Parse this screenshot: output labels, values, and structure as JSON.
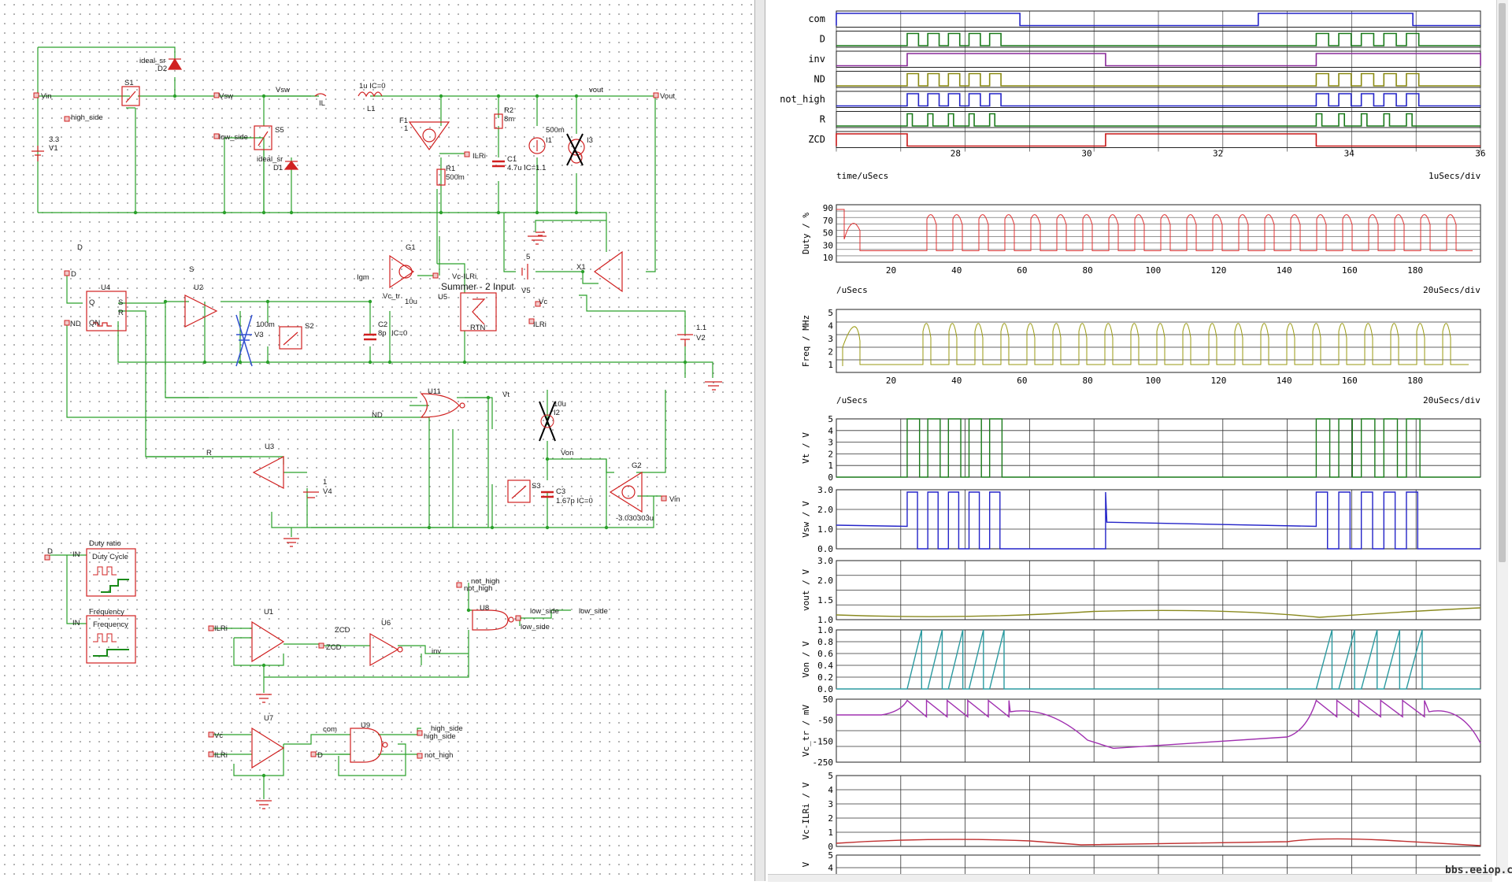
{
  "schematic": {
    "labels": {
      "vin": "Vin",
      "vsw": "Vsw",
      "vsw_probe": "Vsw",
      "vout_probe": "vout",
      "vout": "Vout",
      "high_side": "high_side",
      "low_side": "low_side",
      "ideal_sr1": "ideal_sr",
      "ideal_sr2": "ideal_sr",
      "d1": "D1",
      "d2": "D2",
      "s1": "S1",
      "s2": "S2",
      "s3": "S3",
      "s5": "S5",
      "v1_val": "3.3",
      "v1": "V1",
      "il": "IL",
      "l1_val": "1u IC=0",
      "l1": "L1",
      "f1": "F1",
      "f1_val": "1",
      "r2": "R2",
      "r2_val": "8m",
      "r1": "R1",
      "r1_val": "500m",
      "ilri": "ILRi",
      "c1": "C1",
      "c1_val": "4.7u IC=1.1",
      "i1": "I1",
      "i1_val": "500m",
      "i3": "I3",
      "d_probe": "D",
      "d_port": "D",
      "s_probe": "S",
      "u2": "U2",
      "u4": "U4",
      "q": "Q",
      "qn": "QN",
      "s_pin": "S",
      "r_pin": "R",
      "nd_port": "ND",
      "v3": "V3",
      "v3_val": "100m",
      "g1": "G1",
      "igm": "Igm",
      "vc_tr": "Vc_tr",
      "vc_tr_val": "10u",
      "c2": "C2",
      "c2_val": "8p",
      "c2_ic": "IC=0",
      "vc_ilri": "Vc-ILRi",
      "summer": "Summer - 2 Input",
      "u5": "U5",
      "v5": "V5",
      "v5_val": "5",
      "vc": "Vc",
      "x1": "X1",
      "rtn": "RTN",
      "ilri2": "ILRi",
      "v2": "V2",
      "v2_val": "1.1",
      "u11": "U11",
      "vt": "Vt",
      "nd2": "ND",
      "i2": "I2",
      "i2_val": "10u",
      "r_probe": "R",
      "u3": "U3",
      "v4": "V4",
      "v4_val": "1",
      "von": "Von",
      "g2": "G2",
      "vin2": "Vin",
      "c3": "C3",
      "c3_val": "1.67p IC=0",
      "g2_val": "-3.030303u",
      "duty_title": "Duty ratio",
      "duty_block": "Duty Cycle",
      "d_in": "D",
      "in1": "IN",
      "freq_title": "Frequency",
      "freq_block": "Frequency",
      "in2": "IN",
      "u1": "U1",
      "ilri3": "ILRi",
      "zcd": "ZCD",
      "zcd2": "ZCD",
      "u6": "U6",
      "inv": "inv",
      "not_high": "not_high",
      "not_high2": "not_high",
      "u8": "U8",
      "low_side2": "low_side",
      "low_side3": "low_side",
      "low_side4": "low_side",
      "u7": "U7",
      "vc2": "Vc",
      "ilri4": "ILRi",
      "com": "com",
      "u9": "U9",
      "d_out": "D",
      "high_side2": "high_side",
      "high_side3": "high_side",
      "not_high3": "not_high"
    }
  },
  "waveforms": {
    "digital": {
      "signals": [
        "com",
        "D",
        "inv",
        "ND",
        "not_high",
        "R",
        "ZCD"
      ],
      "colors": [
        "#2424c8",
        "#1a7a1a",
        "#8a2a9a",
        "#8a8a10",
        "#2424c8",
        "#1a7a1a",
        "#c81818"
      ],
      "x_ticks": [
        "28",
        "30",
        "32",
        "34",
        "36"
      ],
      "x_label": "time/uSecs",
      "x_div": "1uSecs/div"
    },
    "duty": {
      "ylabel": "Duty / %",
      "y_ticks": [
        "90",
        "70",
        "50",
        "30",
        "10"
      ],
      "x_ticks": [
        "20",
        "40",
        "60",
        "80",
        "100",
        "120",
        "140",
        "160",
        "180"
      ],
      "x_label": "/uSecs",
      "x_div": "20uSecs/div",
      "color": "#e03030"
    },
    "freq": {
      "ylabel": "Freq / MHz",
      "y_ticks": [
        "5",
        "4",
        "3",
        "2",
        "1"
      ],
      "x_ticks": [
        "20",
        "40",
        "60",
        "80",
        "100",
        "120",
        "140",
        "160",
        "180"
      ],
      "x_label": "/uSecs",
      "x_div": "20uSecs/div",
      "color": "#9a9a10"
    },
    "vt": {
      "ylabel": "Vt / V",
      "y_ticks": [
        "5",
        "4",
        "3",
        "2",
        "1",
        "0"
      ],
      "color": "#1a7a1a"
    },
    "vsw": {
      "ylabel": "Vsw / V",
      "y_ticks": [
        "3.0",
        "2.0",
        "1.0",
        "0.0"
      ],
      "color": "#2424c8"
    },
    "vout": {
      "ylabel": "vout / V",
      "y_ticks": [
        "3.0",
        "2.0",
        "1.5",
        "1.0"
      ],
      "color": "#8a8a20"
    },
    "von": {
      "ylabel": "Von / V",
      "y_ticks": [
        "1.0",
        "0.8",
        "0.6",
        "0.4",
        "0.2",
        "0.0"
      ],
      "color": "#2a9aa0"
    },
    "vctr": {
      "ylabel": "Vc_tr / mV",
      "y_ticks": [
        "50",
        "-50",
        "-150",
        "-250"
      ],
      "color": "#a030b0"
    },
    "vcilri": {
      "ylabel": "Vc-ILRi / V",
      "y_ticks": [
        "5",
        "4",
        "3",
        "2",
        "1",
        "0"
      ],
      "color": "#c03030"
    },
    "last": {
      "ylabel": "V",
      "y_ticks": [
        "5",
        "4"
      ]
    }
  },
  "watermark": "bbs.eeiop.cn"
}
